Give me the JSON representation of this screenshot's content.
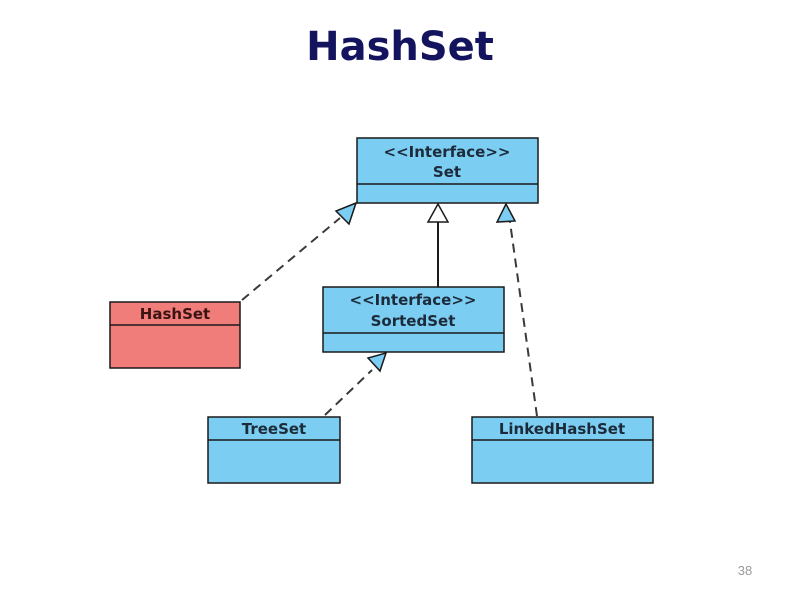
{
  "slide": {
    "title": "HashSet",
    "page_number": "38"
  },
  "colors": {
    "title": "#14145e",
    "interface_fill": "#7ccdf2",
    "class_fill": "#7ccdf2",
    "highlight_fill": "#f07d7a",
    "stroke": "#1a1a1a"
  },
  "diagram": {
    "classes": [
      {
        "id": "set",
        "stereotype": "<<Interface>>",
        "name": "Set",
        "kind": "interface"
      },
      {
        "id": "hashset",
        "stereotype": "",
        "name": "HashSet",
        "kind": "class",
        "highlighted": true
      },
      {
        "id": "sortedset",
        "stereotype": "<<Interface>>",
        "name": "SortedSet",
        "kind": "interface"
      },
      {
        "id": "treeset",
        "stereotype": "",
        "name": "TreeSet",
        "kind": "class"
      },
      {
        "id": "linkedhashset",
        "stereotype": "",
        "name": "LinkedHashSet",
        "kind": "class"
      }
    ],
    "relations": [
      {
        "from": "hashset",
        "to": "set",
        "type": "realization"
      },
      {
        "from": "sortedset",
        "to": "set",
        "type": "generalization"
      },
      {
        "from": "linkedhashset",
        "to": "set",
        "type": "realization"
      },
      {
        "from": "treeset",
        "to": "sortedset",
        "type": "realization"
      }
    ]
  }
}
